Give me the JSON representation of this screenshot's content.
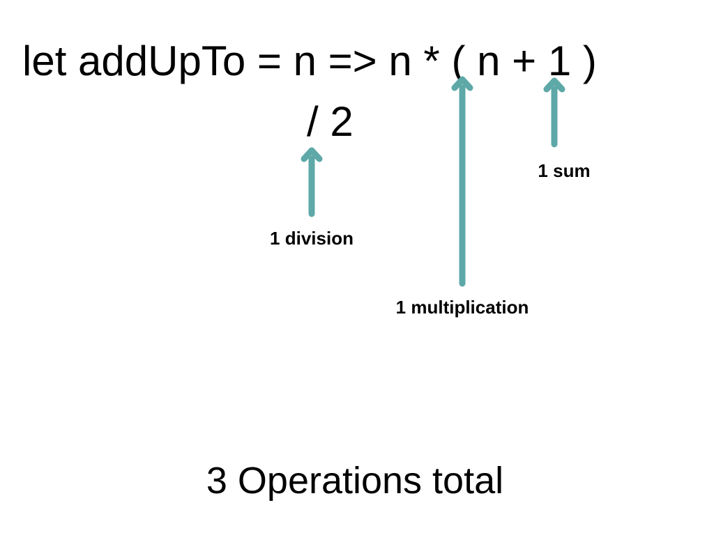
{
  "code": {
    "line1": "let addUpTo = n => n * ( n + 1 )",
    "line2": "/ 2"
  },
  "annotations": {
    "division": "1 division",
    "multiplication": "1 multiplication",
    "sum": "1 sum"
  },
  "footer": "3 Operations total",
  "colors": {
    "arrow": "#5ea8a8",
    "text": "#000000",
    "background": "#ffffff"
  }
}
